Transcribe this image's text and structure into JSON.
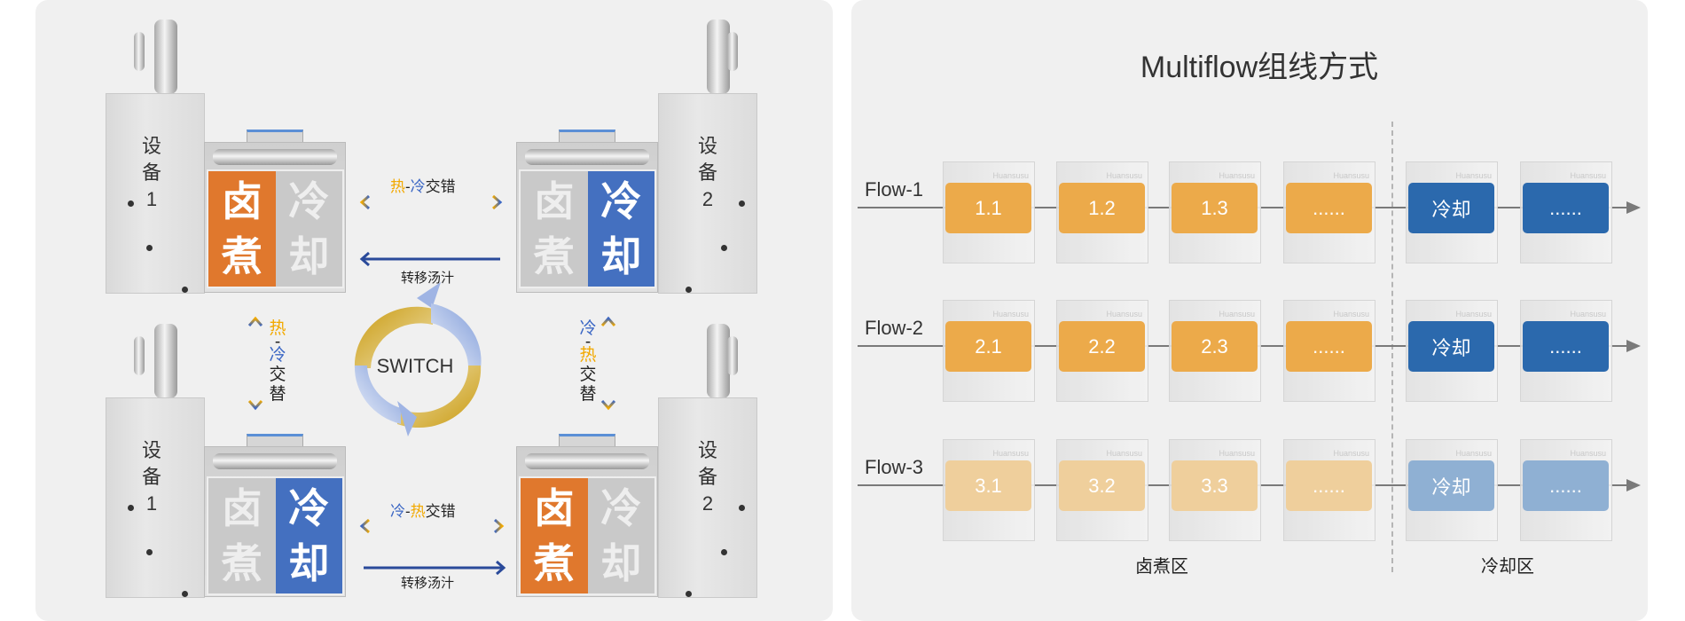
{
  "left": {
    "device1_label": [
      "设",
      "备",
      "1"
    ],
    "device2_label": [
      "设",
      "备",
      "2"
    ],
    "label_boil": [
      "卤",
      "煮"
    ],
    "label_cool": [
      "冷",
      "却"
    ],
    "top_exchange": {
      "hot": "热",
      "dash": "-",
      "cold": "冷",
      "rest": "交错"
    },
    "bottom_exchange": {
      "cold": "冷",
      "dash": "-",
      "hot": "热",
      "rest": "交错"
    },
    "transfer": "转移汤汁",
    "left_vertical": {
      "hot": "热",
      "dash": "-",
      "cold": "冷",
      "rest1": "交",
      "rest2": "替"
    },
    "right_vertical": {
      "cold": "冷",
      "dash": "-",
      "hot": "热",
      "rest1": "交",
      "rest2": "替"
    },
    "switch": "SWITCH"
  },
  "right": {
    "title": "Multiflow组线方式",
    "watermark": "Huansusu",
    "flows": [
      {
        "label": "Flow-1",
        "boxes": [
          "1.1",
          "1.2",
          "1.3",
          "......",
          "冷却",
          "......"
        ],
        "style": "full"
      },
      {
        "label": "Flow-2",
        "boxes": [
          "2.1",
          "2.2",
          "2.3",
          "......",
          "冷却",
          "......"
        ],
        "style": "full"
      },
      {
        "label": "Flow-3",
        "boxes": [
          "3.1",
          "3.2",
          "3.3",
          "......",
          "冷却",
          "......"
        ],
        "style": "light"
      }
    ],
    "zones": [
      "卤煮区",
      "冷却区"
    ]
  },
  "colors": {
    "orange": "#e0782d",
    "blue": "#4470c0",
    "flow_orange": "#ecaa4a",
    "flow_blue": "#2b69ad",
    "flow_orange_light": "#efcf9c",
    "flow_blue_light": "#8fb0d3"
  }
}
